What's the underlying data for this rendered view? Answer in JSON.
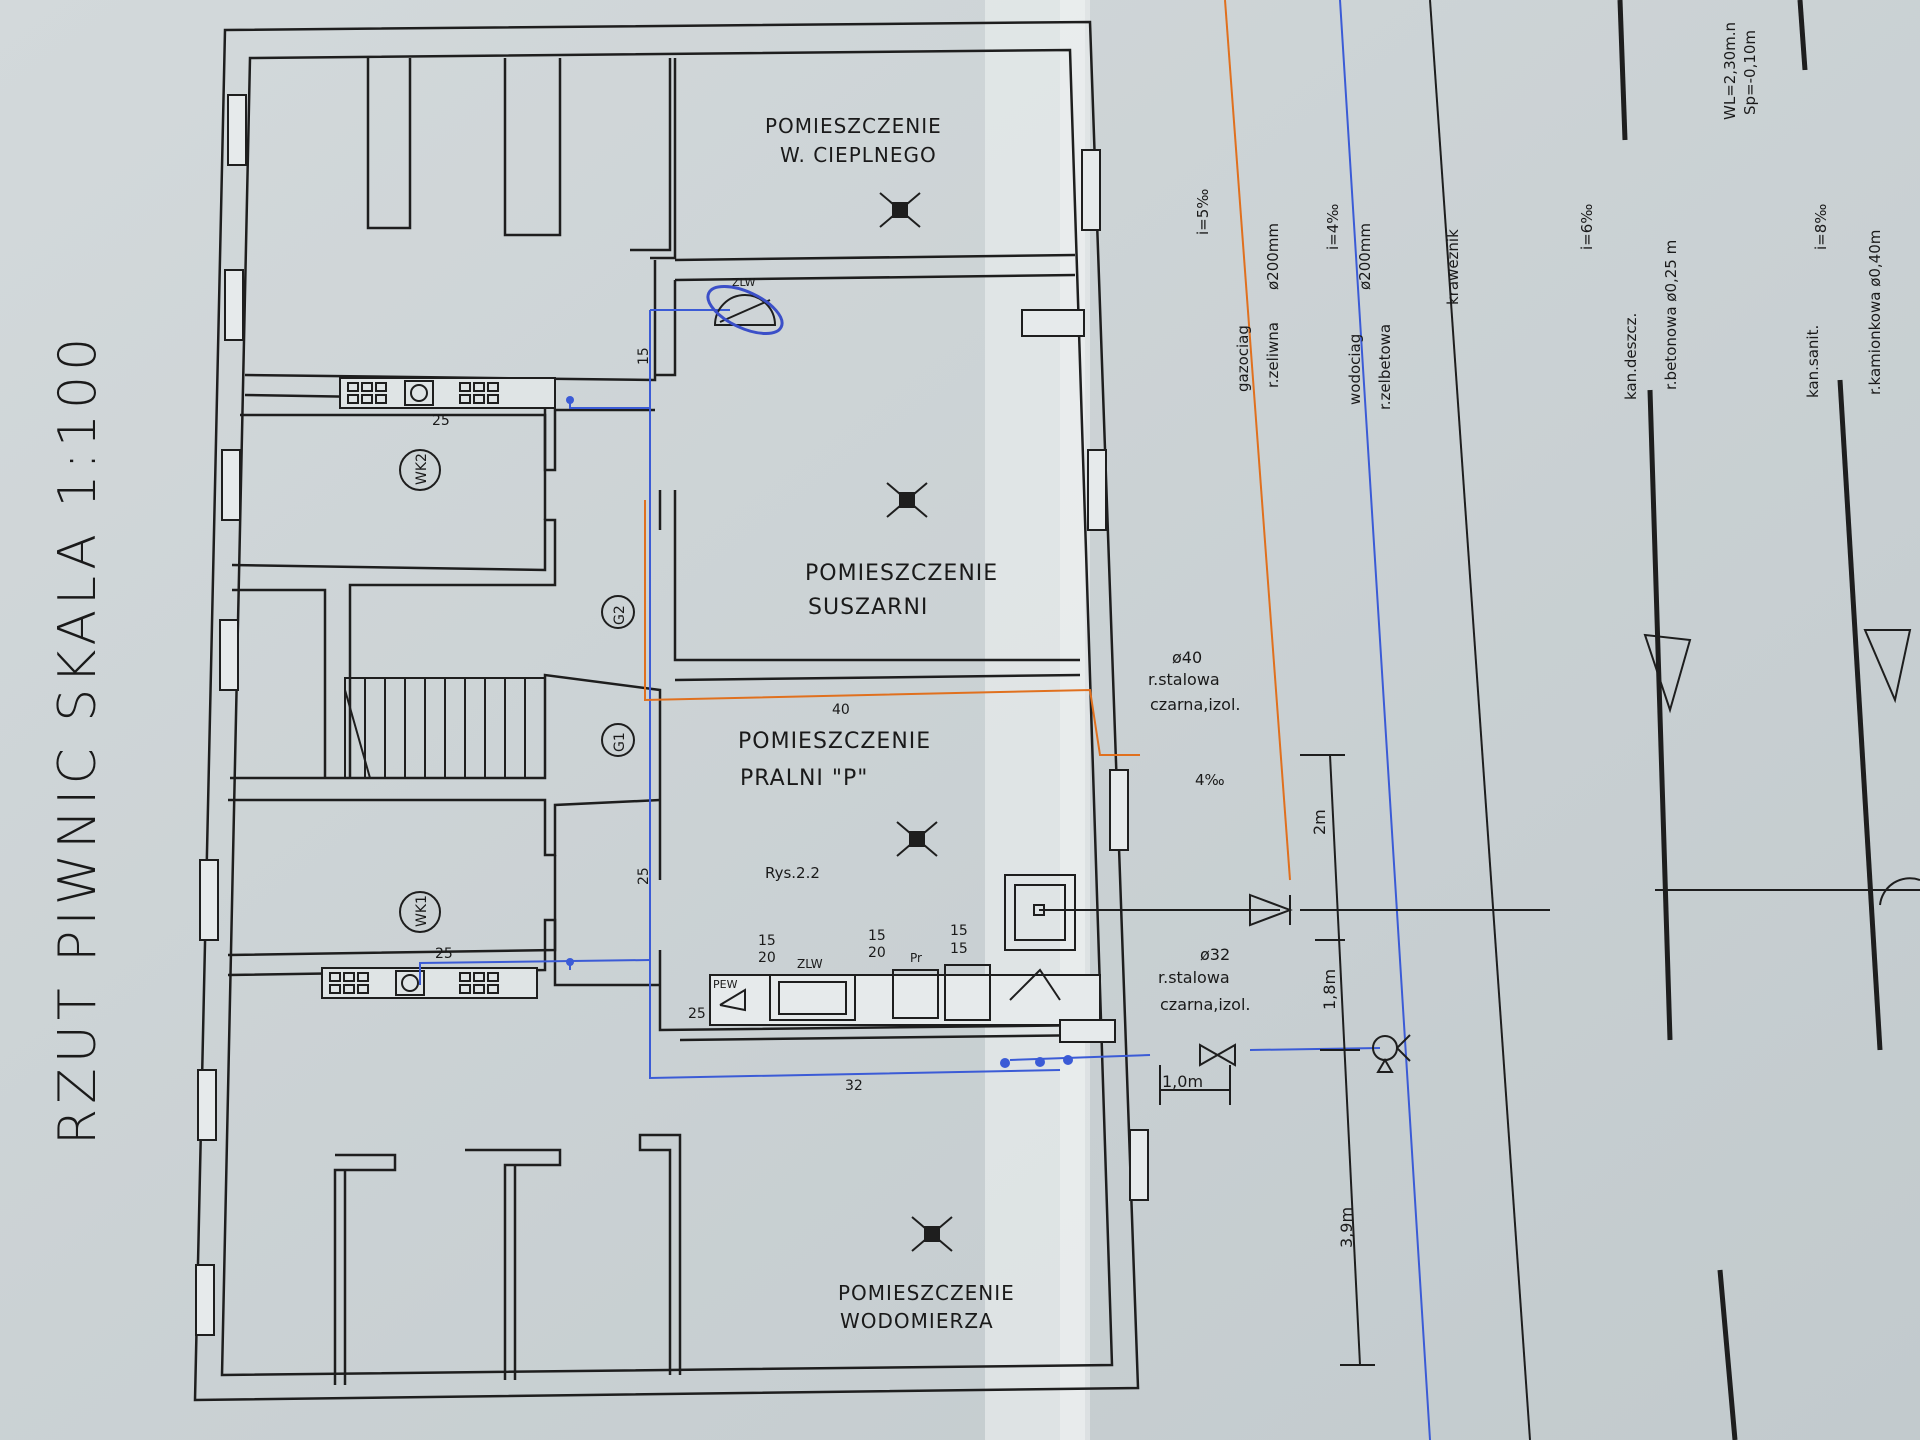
{
  "drawing": {
    "title": "RZUT PIWNIC SKALA 1:100",
    "colors": {
      "paper": "#d4dadc",
      "wall": "#1e1e1e",
      "water": "#3b5bd6",
      "gas": "#e0701e",
      "ink": "#1a1a1a"
    },
    "rooms": {
      "cieplny": [
        "POMIESZCZENIE",
        "W. CIEPLNEGO"
      ],
      "suszarnia": [
        "POMIESZCZENIE",
        "SUSZARNI"
      ],
      "pralnia": [
        "POMIESZCZENIE",
        "PRALNI \"P\""
      ],
      "wodomierz": [
        "POMIESZCZENIE",
        "WODOMIERZA"
      ]
    },
    "risers": {
      "wk2": "WK2",
      "wk1": "WK1",
      "g2": "G2",
      "g1": "G1"
    },
    "fixtures": {
      "zlw": "ZLW",
      "zlw2": "ZLW",
      "pew": "PEW",
      "pr": "Pr",
      "rys": "Rys.2.2"
    },
    "fixture_labels": [
      "15",
      "20",
      "15",
      "20",
      "15",
      "15"
    ],
    "pipe_dims": {
      "d15": "15",
      "d25a": "25",
      "d25b": "25",
      "d40": "40",
      "d25c": "25",
      "d25d": "25",
      "d32": "32"
    },
    "gas_pipe": [
      "ø40",
      "r.stalowa",
      "czarna,izol."
    ],
    "gas_slope": "4‰",
    "water_pipe": [
      "ø32",
      "r.stalowa",
      "czarna,izol."
    ],
    "dims": {
      "d2m": "2m",
      "d18m": "1,8m",
      "d10m": "1,0m",
      "d39m": "3,9m"
    },
    "street": {
      "gaz": [
        "gazociag",
        "r.zeliwna",
        "ø200mm",
        "i=5‰"
      ],
      "woda": [
        "wodociag",
        "r.zelbetowa",
        "ø200mm",
        "i=4‰"
      ],
      "kraweznik": "kraweznik",
      "deszcz": [
        "kan.deszcz.",
        "r.betonowa ø0,25 m",
        "i=6‰"
      ],
      "sanit": [
        "kan.sanit.",
        "r.kamionkowa ø0,40m",
        "i=8‰"
      ],
      "level": [
        "WL=2,30m.n",
        "Sp=-0,10m"
      ]
    }
  }
}
